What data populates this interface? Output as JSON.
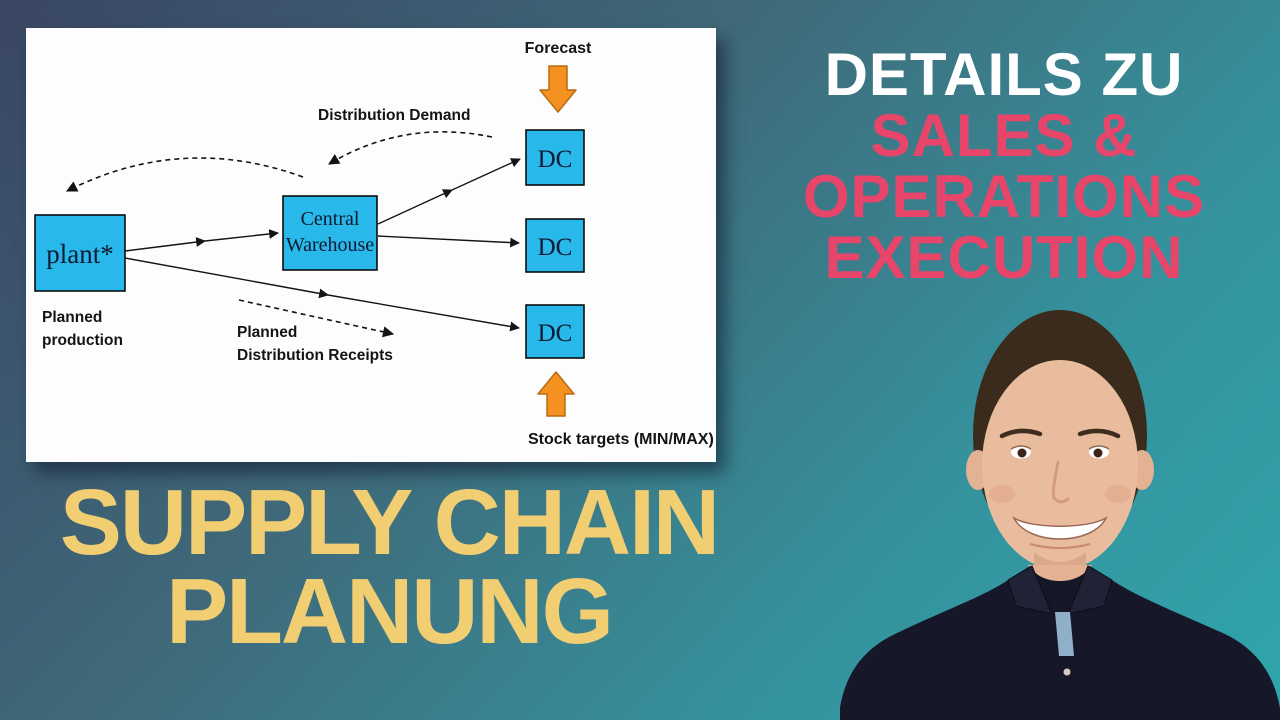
{
  "colors": {
    "background_top_left": "#3a4663",
    "background_bottom_right": "#2fa5ac",
    "panel_background": "#fdfdfd",
    "node_fill": "#29b8ea",
    "node_border": "#000000",
    "arrow_orange": "#f59120",
    "arrow_orange_border": "#b86b10",
    "accent_pink": "#e8456a",
    "accent_yellow": "#f2ce73",
    "title_white": "#ffffff"
  },
  "diagram": {
    "nodes": {
      "plant": "plant*",
      "warehouse_line1": "Central",
      "warehouse_line2": "Warehouse",
      "dc": "DC"
    },
    "labels": {
      "forecast": "Forecast",
      "distribution_demand": "Distribution Demand",
      "planned_production_line1": "Planned",
      "planned_production_line2": "production",
      "planned_receipts_line1": "Planned",
      "planned_receipts_line2": "Distribution Receipts",
      "stock_targets": "Stock targets (MIN/MAX)"
    }
  },
  "titles": {
    "right_line1": "DETAILS ZU",
    "right_line2": "SALES &",
    "right_line3": "OPERATIONS",
    "right_line4": "EXECUTION",
    "bottom_line1": "SUPPLY CHAIN",
    "bottom_line2": "PLANUNG"
  },
  "presenter": {
    "description": "smiling man with short brown hair in dark navy collared shirt"
  }
}
